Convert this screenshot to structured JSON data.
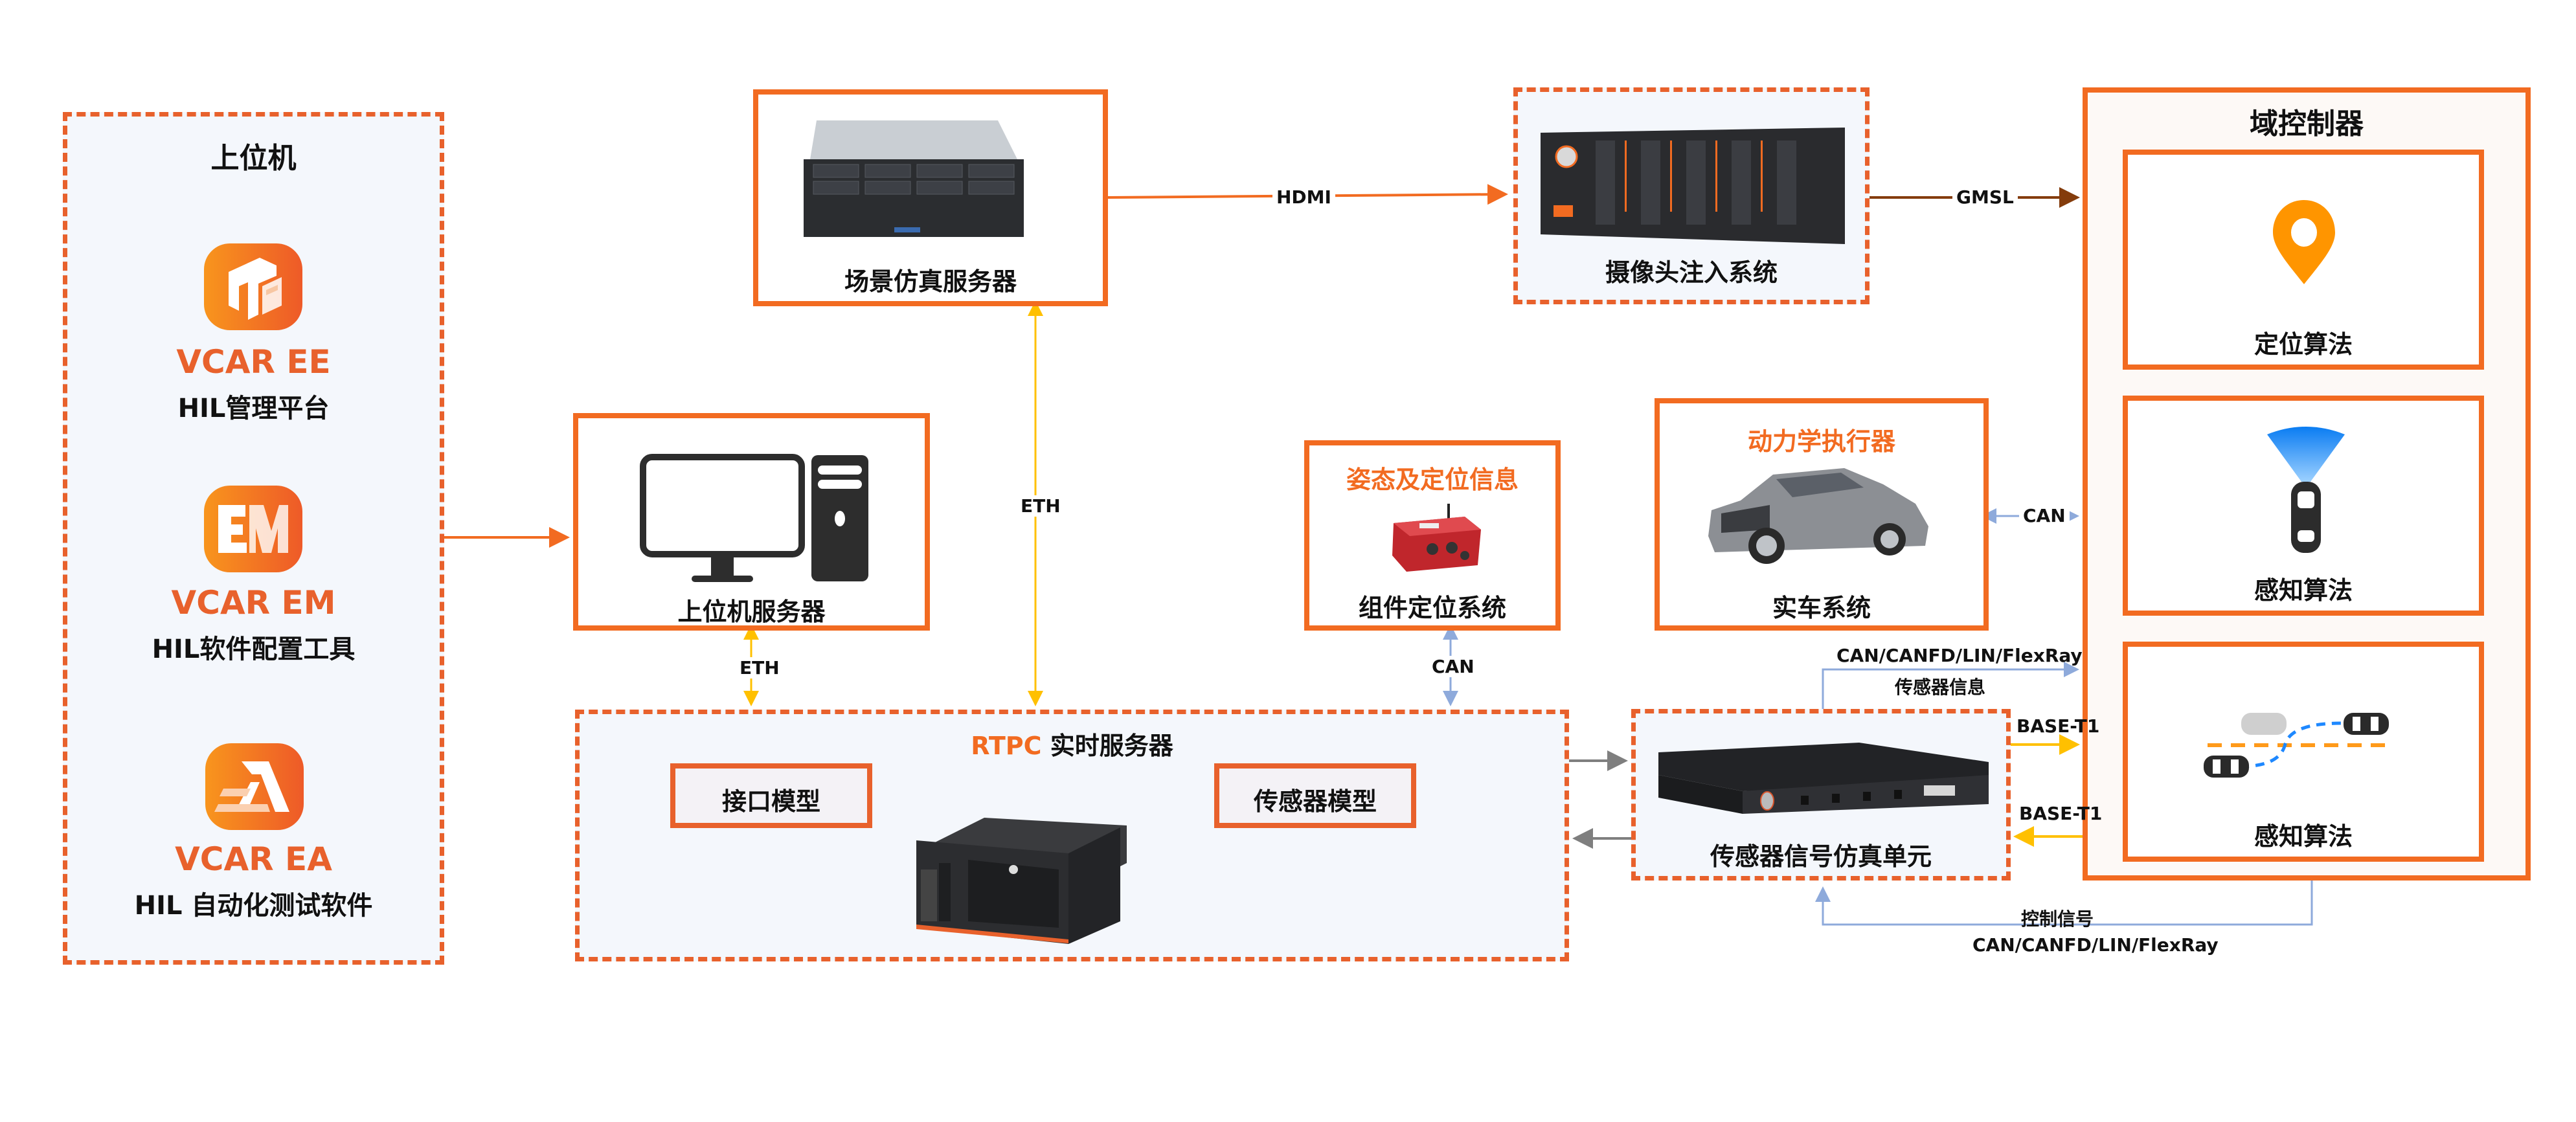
{
  "host_panel": {
    "title": "上位机",
    "products": [
      {
        "logo_icon": "vcar-ee-logo-icon",
        "name": "VCAR EE",
        "desc": "HIL管理平台"
      },
      {
        "logo_icon": "vcar-em-logo-icon",
        "name": "VCAR EM",
        "desc": "HIL软件配置工具"
      },
      {
        "logo_icon": "vcar-ea-logo-icon",
        "name": "VCAR EA",
        "desc": "HIL 自动化测试软件"
      }
    ]
  },
  "scene_server": {
    "label": "场景仿真服务器",
    "image_icon": "rack-server-icon"
  },
  "camera_injection": {
    "label": "摄像头注入系统",
    "image_icon": "camera-injection-device-icon"
  },
  "host_server": {
    "label": "上位机服务器",
    "image_icon": "desktop-computer-icon"
  },
  "positioning": {
    "heading": "姿态及定位信息",
    "label": "组件定位系统",
    "image_icon": "ins-gps-device-icon"
  },
  "vehicle": {
    "heading": "动力学执行器",
    "label": "实车系统",
    "image_icon": "suv-car-icon"
  },
  "rtpc": {
    "title_prefix": "RTPC",
    "title_suffix": " 实时服务器",
    "models": [
      "接口模型",
      "传感器模型"
    ],
    "image_icon": "industrial-pc-icon"
  },
  "sensor_unit": {
    "label": "传感器信号仿真单元",
    "image_icon": "sensor-sim-box-icon"
  },
  "domain_controller": {
    "title": "域控制器",
    "modules": [
      {
        "label": "定位算法",
        "icon": "location-pin-icon"
      },
      {
        "label": "感知算法",
        "icon": "car-radar-icon"
      },
      {
        "label": "感知算法",
        "icon": "lane-change-icon"
      }
    ]
  },
  "connections": {
    "hdmi": "HDMI",
    "gmsl": "GMSL",
    "eth_scene": "ETH",
    "eth_host": "ETH",
    "can_positioning": "CAN",
    "can_vehicle": "CAN",
    "sensor_bus": "CAN/CANFD/LIN/FlexRay",
    "sensor_info": "传感器信息",
    "base_t1_out": "BASE-T1",
    "base_t1_in": "BASE-T1",
    "control_signal": "控制信号",
    "control_bus": "CAN/CANFD/LIN/FlexRay"
  },
  "colors": {
    "accent": "#f26b21",
    "eth": "#ffc000",
    "can": "#8eaadb",
    "gmsl": "#843c0c",
    "internal": "#7f7f7f"
  }
}
